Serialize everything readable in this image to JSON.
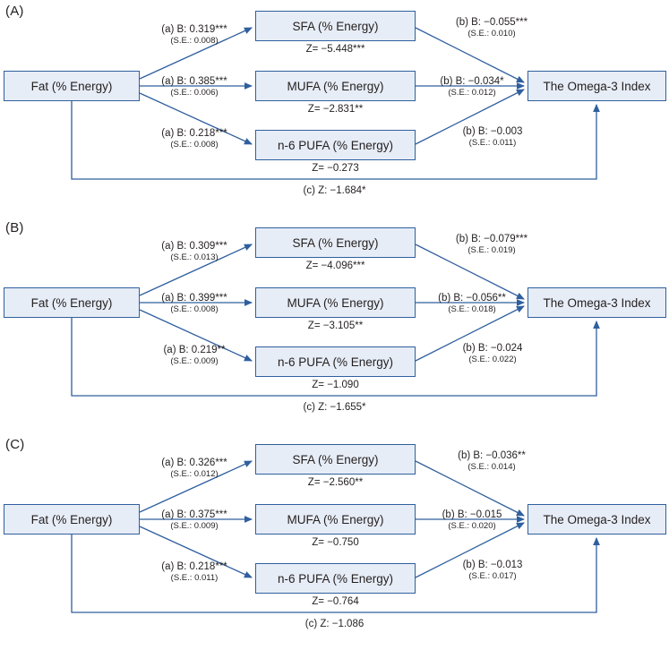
{
  "figure": {
    "type": "mediation-path-diagram",
    "exposure_label": "Fat (% Energy)",
    "outcome_label": "The Omega-3 Index",
    "mediator_labels": [
      "SFA (% Energy)",
      "MUFA (% Energy)",
      "n-6 PUFA (% Energy)"
    ],
    "colors": {
      "box_fill": "#e7edf6",
      "box_border": "#2f5f9e",
      "arrow": "#2f5f9e",
      "text": "#231f20"
    }
  },
  "panels": [
    {
      "id": "A",
      "label": "(A)",
      "exposure": "Fat (% Energy)",
      "outcome": "The Omega-3 Index",
      "mediators": [
        {
          "name": "SFA (% Energy)",
          "z": "Z= −5.448***",
          "a_b": "(a) B: 0.319***",
          "a_se": "(S.E.: 0.008)",
          "b_b": "(b) B: −0.055***",
          "b_se": "(S.E.: 0.010)"
        },
        {
          "name": "MUFA (% Energy)",
          "z": "Z= −2.831**",
          "a_b": "(a) B: 0.385***",
          "a_se": "(S.E.: 0.006)",
          "b_b": "(b) B: −0.034*",
          "b_se": "(S.E.: 0.012)"
        },
        {
          "name": "n-6 PUFA (% Energy)",
          "z": "Z= −0.273",
          "a_b": "(a) B: 0.218***",
          "a_se": "(S.E.: 0.008)",
          "b_b": "(b) B: −0.003",
          "b_se": "(S.E.: 0.011)"
        }
      ],
      "direct": "(c) Z: −1.684*"
    },
    {
      "id": "B",
      "label": "(B)",
      "exposure": "Fat (% Energy)",
      "outcome": "The Omega-3 Index",
      "mediators": [
        {
          "name": "SFA (% Energy)",
          "z": "Z= −4.096***",
          "a_b": "(a) B: 0.309***",
          "a_se": "(S.E.: 0.013)",
          "b_b": "(b) B: −0.079***",
          "b_se": "(S.E.: 0.019)"
        },
        {
          "name": "MUFA (% Energy)",
          "z": "Z= −3.105**",
          "a_b": "(a) B: 0.399***",
          "a_se": "(S.E.: 0.008)",
          "b_b": "(b) B: −0.056**",
          "b_se": "(S.E.: 0.018)"
        },
        {
          "name": "n-6 PUFA (% Energy)",
          "z": "Z= −1.090",
          "a_b": "(a) B: 0.219**",
          "a_se": "(S.E.: 0.009)",
          "b_b": "(b) B: −0.024",
          "b_se": "(S.E.: 0.022)"
        }
      ],
      "direct": "(c) Z: −1.655*"
    },
    {
      "id": "C",
      "label": "(C)",
      "exposure": "Fat (% Energy)",
      "outcome": "The Omega-3 Index",
      "mediators": [
        {
          "name": "SFA (% Energy)",
          "z": "Z= −2.560**",
          "a_b": "(a) B: 0.326***",
          "a_se": "(S.E.: 0.012)",
          "b_b": "(b) B: −0.036**",
          "b_se": "(S.E.: 0.014)"
        },
        {
          "name": "MUFA (% Energy)",
          "z": "Z= −0.750",
          "a_b": "(a) B: 0.375***",
          "a_se": "(S.E.: 0.009)",
          "b_b": "(b) B: −0.015",
          "b_se": "(S.E.: 0.020)"
        },
        {
          "name": "n-6 PUFA (% Energy)",
          "z": "Z= −0.764",
          "a_b": "(a) B: 0.218***",
          "a_se": "(S.E.: 0.011)",
          "b_b": "(b) B: −0.013",
          "b_se": "(S.E.: 0.017)"
        }
      ],
      "direct": "(c) Z: −1.086"
    }
  ]
}
